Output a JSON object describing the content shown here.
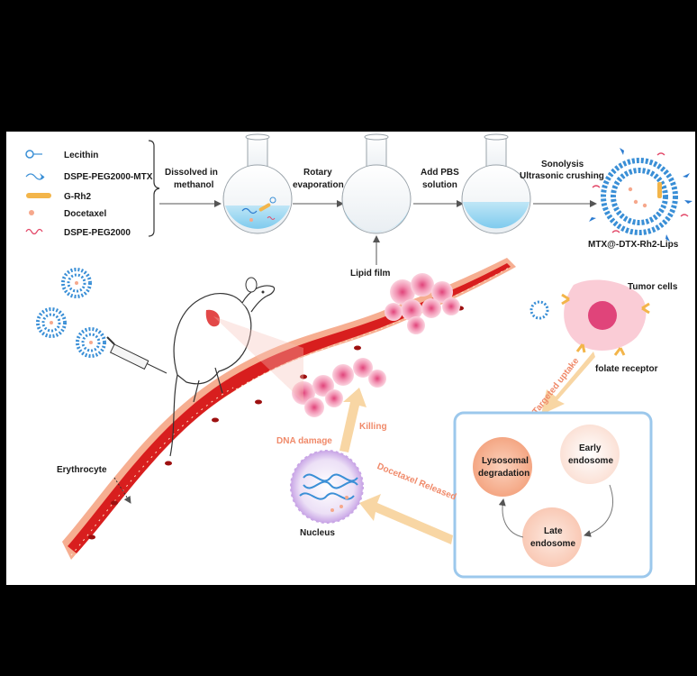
{
  "legend": {
    "items": [
      {
        "label": "Lecithin",
        "icon": "lecithin-icon"
      },
      {
        "label": "DSPE-PEG2000-MTX",
        "icon": "dspe-peg-mtx-icon"
      },
      {
        "label": "G-Rh2",
        "icon": "g-rh2-icon"
      },
      {
        "label": "Docetaxel",
        "icon": "docetaxel-icon"
      },
      {
        "label": "DSPE-PEG2000",
        "icon": "dspe-peg-icon"
      }
    ]
  },
  "steps": {
    "step1_line1": "Dissolved in",
    "step1_line2": "methanol",
    "step2_line1": "Rotary",
    "step2_line2": "evaporation",
    "step3_line1": "Add PBS",
    "step3_line2": "solution",
    "step4_line1": "Sonolysis",
    "step4_line2": "Ultrasonic crushing",
    "lipid_film": "Lipid film",
    "product": "MTX@-DTX-Rh2-Lips"
  },
  "pathway": {
    "tumor_cells": "Tumor cells",
    "folate_receptor": "folate receptor",
    "targeted_uptake": "Targeted uptake",
    "lysosomal_line1": "Lysosomal",
    "lysosomal_line2": "degradation",
    "early_line1": "Early",
    "early_line2": "endosome",
    "late_line1": "Late",
    "late_line2": "endosome",
    "docetaxel_released": "Docetaxel Released",
    "nucleus": "Nucleus",
    "dna_damage": "DNA damage",
    "killing": "Killing",
    "erythrocyte": "Erythrocyte"
  },
  "colors": {
    "vessel": "#d81e1e",
    "vessel_wall": "#f4a07e",
    "tumor": "#f7a8bf",
    "orange_arrow": "#f7d19a",
    "box_border": "#9cc8ec",
    "liposome": "#3a8fd6"
  }
}
